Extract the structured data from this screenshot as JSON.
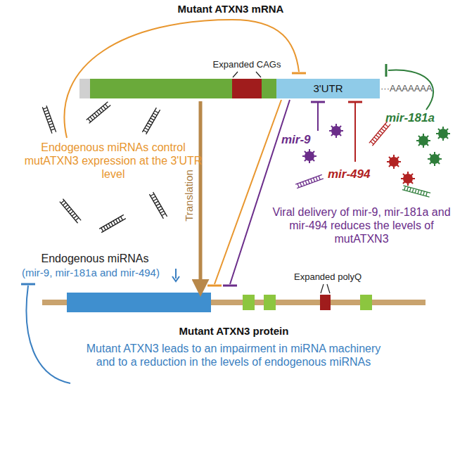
{
  "diagram": {
    "nodes": [
      {
        "text": [
          "Mutant ATXN3 mRNA"
        ]
      },
      {
        "text": [
          "3'UTR"
        ],
        "in": 0
      },
      {
        "text": [
          "Mutant ATXN3 protein"
        ]
      }
    ],
    "edges": [
      {
        "from": 0,
        "to": 2,
        "arrow": "to",
        "label": "Translation"
      }
    ],
    "labels": [
      "Expanded CAGs",
      "···AAAAAAA",
      "Endogenous miRNAs control mutATXN3 expression at the 3'UTR level",
      "mir-181a",
      "mir-9",
      "mir-494",
      "Viral delivery of mir-9, mir-181a and mir-494 reduces the levels of mutATXN3",
      "Endogenous miRNAs",
      "(mir-9, mir-181a and mir-494)",
      "Expanded polyQ",
      "Mutant ATXN3 leads to an impairment in miRNA machinery and to a reduction in the levels of endogenous miRNAs"
    ]
  }
}
